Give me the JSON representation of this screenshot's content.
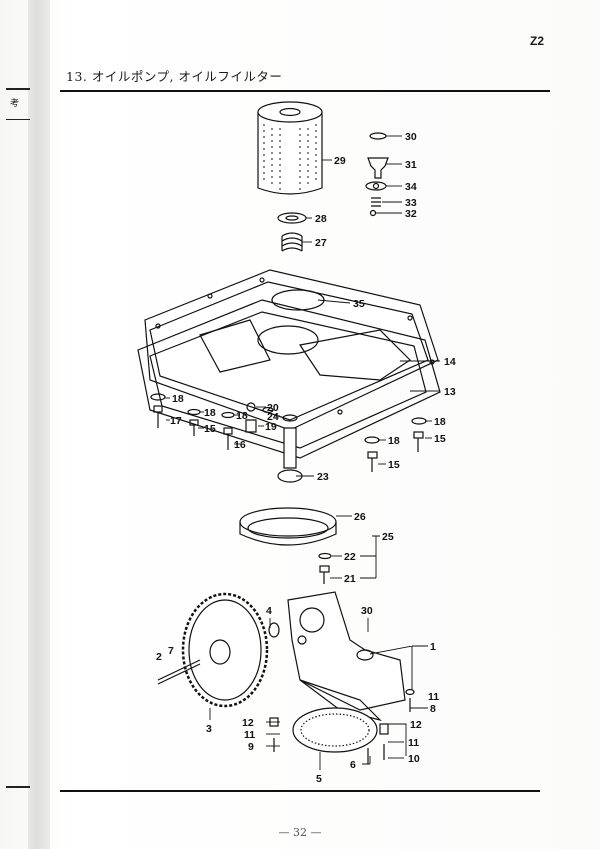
{
  "header": {
    "page_code": "Z2",
    "section_title": "13.  オイルポンプ, オイルフイルター",
    "margin_note_char": "考"
  },
  "footer": {
    "page_number": "— 32 —"
  },
  "diagram": {
    "part_labels": [
      "1",
      "2",
      "3",
      "4",
      "5",
      "6",
      "7",
      "8",
      "9",
      "10",
      "11",
      "11",
      "12",
      "12",
      "13",
      "14",
      "15",
      "15",
      "15",
      "16",
      "17",
      "18",
      "18",
      "18",
      "18",
      "18",
      "19",
      "20",
      "21",
      "22",
      "23",
      "24",
      "25",
      "26",
      "27",
      "28",
      "29",
      "30",
      "30",
      "31",
      "32",
      "33",
      "34",
      "35"
    ],
    "colors": {
      "ink": "#111111",
      "paper": "#ffffff"
    }
  }
}
